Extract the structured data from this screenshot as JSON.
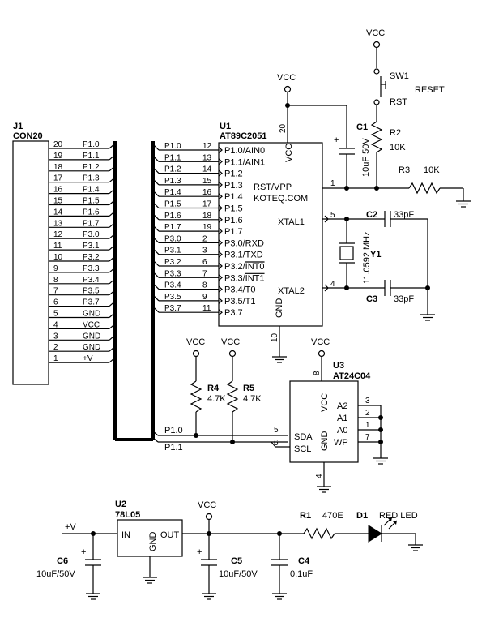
{
  "labels": {
    "vcc": "VCC",
    "sw1": "SW1",
    "reset": "RESET",
    "rst": "RST",
    "j1": "J1",
    "con20": "CON20",
    "u1": "U1",
    "at89": "AT89C2051",
    "c1": "C1",
    "c1_val": "10uF 50V",
    "r2": "R2",
    "r2_val": "10K",
    "r3": "R3",
    "r3_val": "10K",
    "rstvpp": "RST/VPP",
    "koteq": "KOTEQ.COM",
    "xtal1": "XTAL1",
    "xtal2": "XTAL2",
    "gnd": "GND",
    "c2": "C2",
    "c2_val": "33pF",
    "c3": "C3",
    "c3_val": "33pF",
    "y1": "Y1",
    "y1_val": "11.0592 MHz",
    "r4": "R4",
    "r4_val": "4.7K",
    "r5": "R5",
    "r5_val": "4.7K",
    "u3": "U3",
    "at24": "AT24C04",
    "a2": "A2",
    "a1": "A1",
    "a0": "A0",
    "wp": "WP",
    "sda": "SDA",
    "scl": "SCL",
    "u2": "U2",
    "l78": "78L05",
    "in": "IN",
    "out": "OUT",
    "plusv": "+V",
    "c6": "C6",
    "c6_val": "10uF/50V",
    "c5": "C5",
    "c5_val": "10uF/50V",
    "c4": "C4",
    "c4_val": "0.1uF",
    "r1": "R1",
    "r1_val": "470E",
    "d1": "D1",
    "d1_val": "RED LED",
    "plus": "+",
    "p10": "P1.0",
    "p11": "P1.1"
  },
  "pin_numbers": {
    "n1": "1",
    "n2": "2",
    "n3": "3",
    "n4": "4",
    "n5": "5",
    "n6": "6",
    "n7": "7",
    "n8": "8",
    "n10": "10",
    "n20": "20"
  },
  "j1_pins": [
    {
      "num": "20",
      "net": "P1.0"
    },
    {
      "num": "19",
      "net": "P1.1"
    },
    {
      "num": "18",
      "net": "P1.2"
    },
    {
      "num": "17",
      "net": "P1.3"
    },
    {
      "num": "16",
      "net": "P1.4"
    },
    {
      "num": "15",
      "net": "P1.5"
    },
    {
      "num": "14",
      "net": "P1.6"
    },
    {
      "num": "13",
      "net": "P1.7"
    },
    {
      "num": "12",
      "net": "P3.0"
    },
    {
      "num": "11",
      "net": "P3.1"
    },
    {
      "num": "10",
      "net": "P3.2"
    },
    {
      "num": "9",
      "net": "P3.3"
    },
    {
      "num": "8",
      "net": "P3.4"
    },
    {
      "num": "7",
      "net": "P3.5"
    },
    {
      "num": "6",
      "net": "P3.7"
    },
    {
      "num": "5",
      "net": "GND"
    },
    {
      "num": "4",
      "net": "VCC"
    },
    {
      "num": "3",
      "net": "GND"
    },
    {
      "num": "2",
      "net": "GND"
    },
    {
      "num": "1",
      "net": "+V"
    }
  ],
  "u1_pins": [
    {
      "net": "P1.0",
      "num": "12",
      "name": "P1.0/AIN0"
    },
    {
      "net": "P1.1",
      "num": "13",
      "name": "P1.1/AIN1"
    },
    {
      "net": "P1.2",
      "num": "14",
      "name": "P1.2"
    },
    {
      "net": "P1.3",
      "num": "15",
      "name": "P1.3"
    },
    {
      "net": "P1.4",
      "num": "16",
      "name": "P1.4"
    },
    {
      "net": "P1.5",
      "num": "17",
      "name": "P1.5"
    },
    {
      "net": "P1.6",
      "num": "18",
      "name": "P1.6"
    },
    {
      "net": "P1.7",
      "num": "19",
      "name": "P1.7"
    },
    {
      "net": "P3.0",
      "num": "2",
      "name": "P3.0/RXD"
    },
    {
      "net": "P3.1",
      "num": "3",
      "name": "P3.1/TXD"
    },
    {
      "net": "P3.2",
      "num": "6",
      "name": "P3.2/INT0"
    },
    {
      "net": "P3.3",
      "num": "7",
      "name": "P3.3/INT1"
    },
    {
      "net": "P3.4",
      "num": "8",
      "name": "P3.4/T0"
    },
    {
      "net": "P3.5",
      "num": "9",
      "name": "P3.5/T1"
    },
    {
      "net": "P3.7",
      "num": "11",
      "name": "P3.7"
    }
  ]
}
